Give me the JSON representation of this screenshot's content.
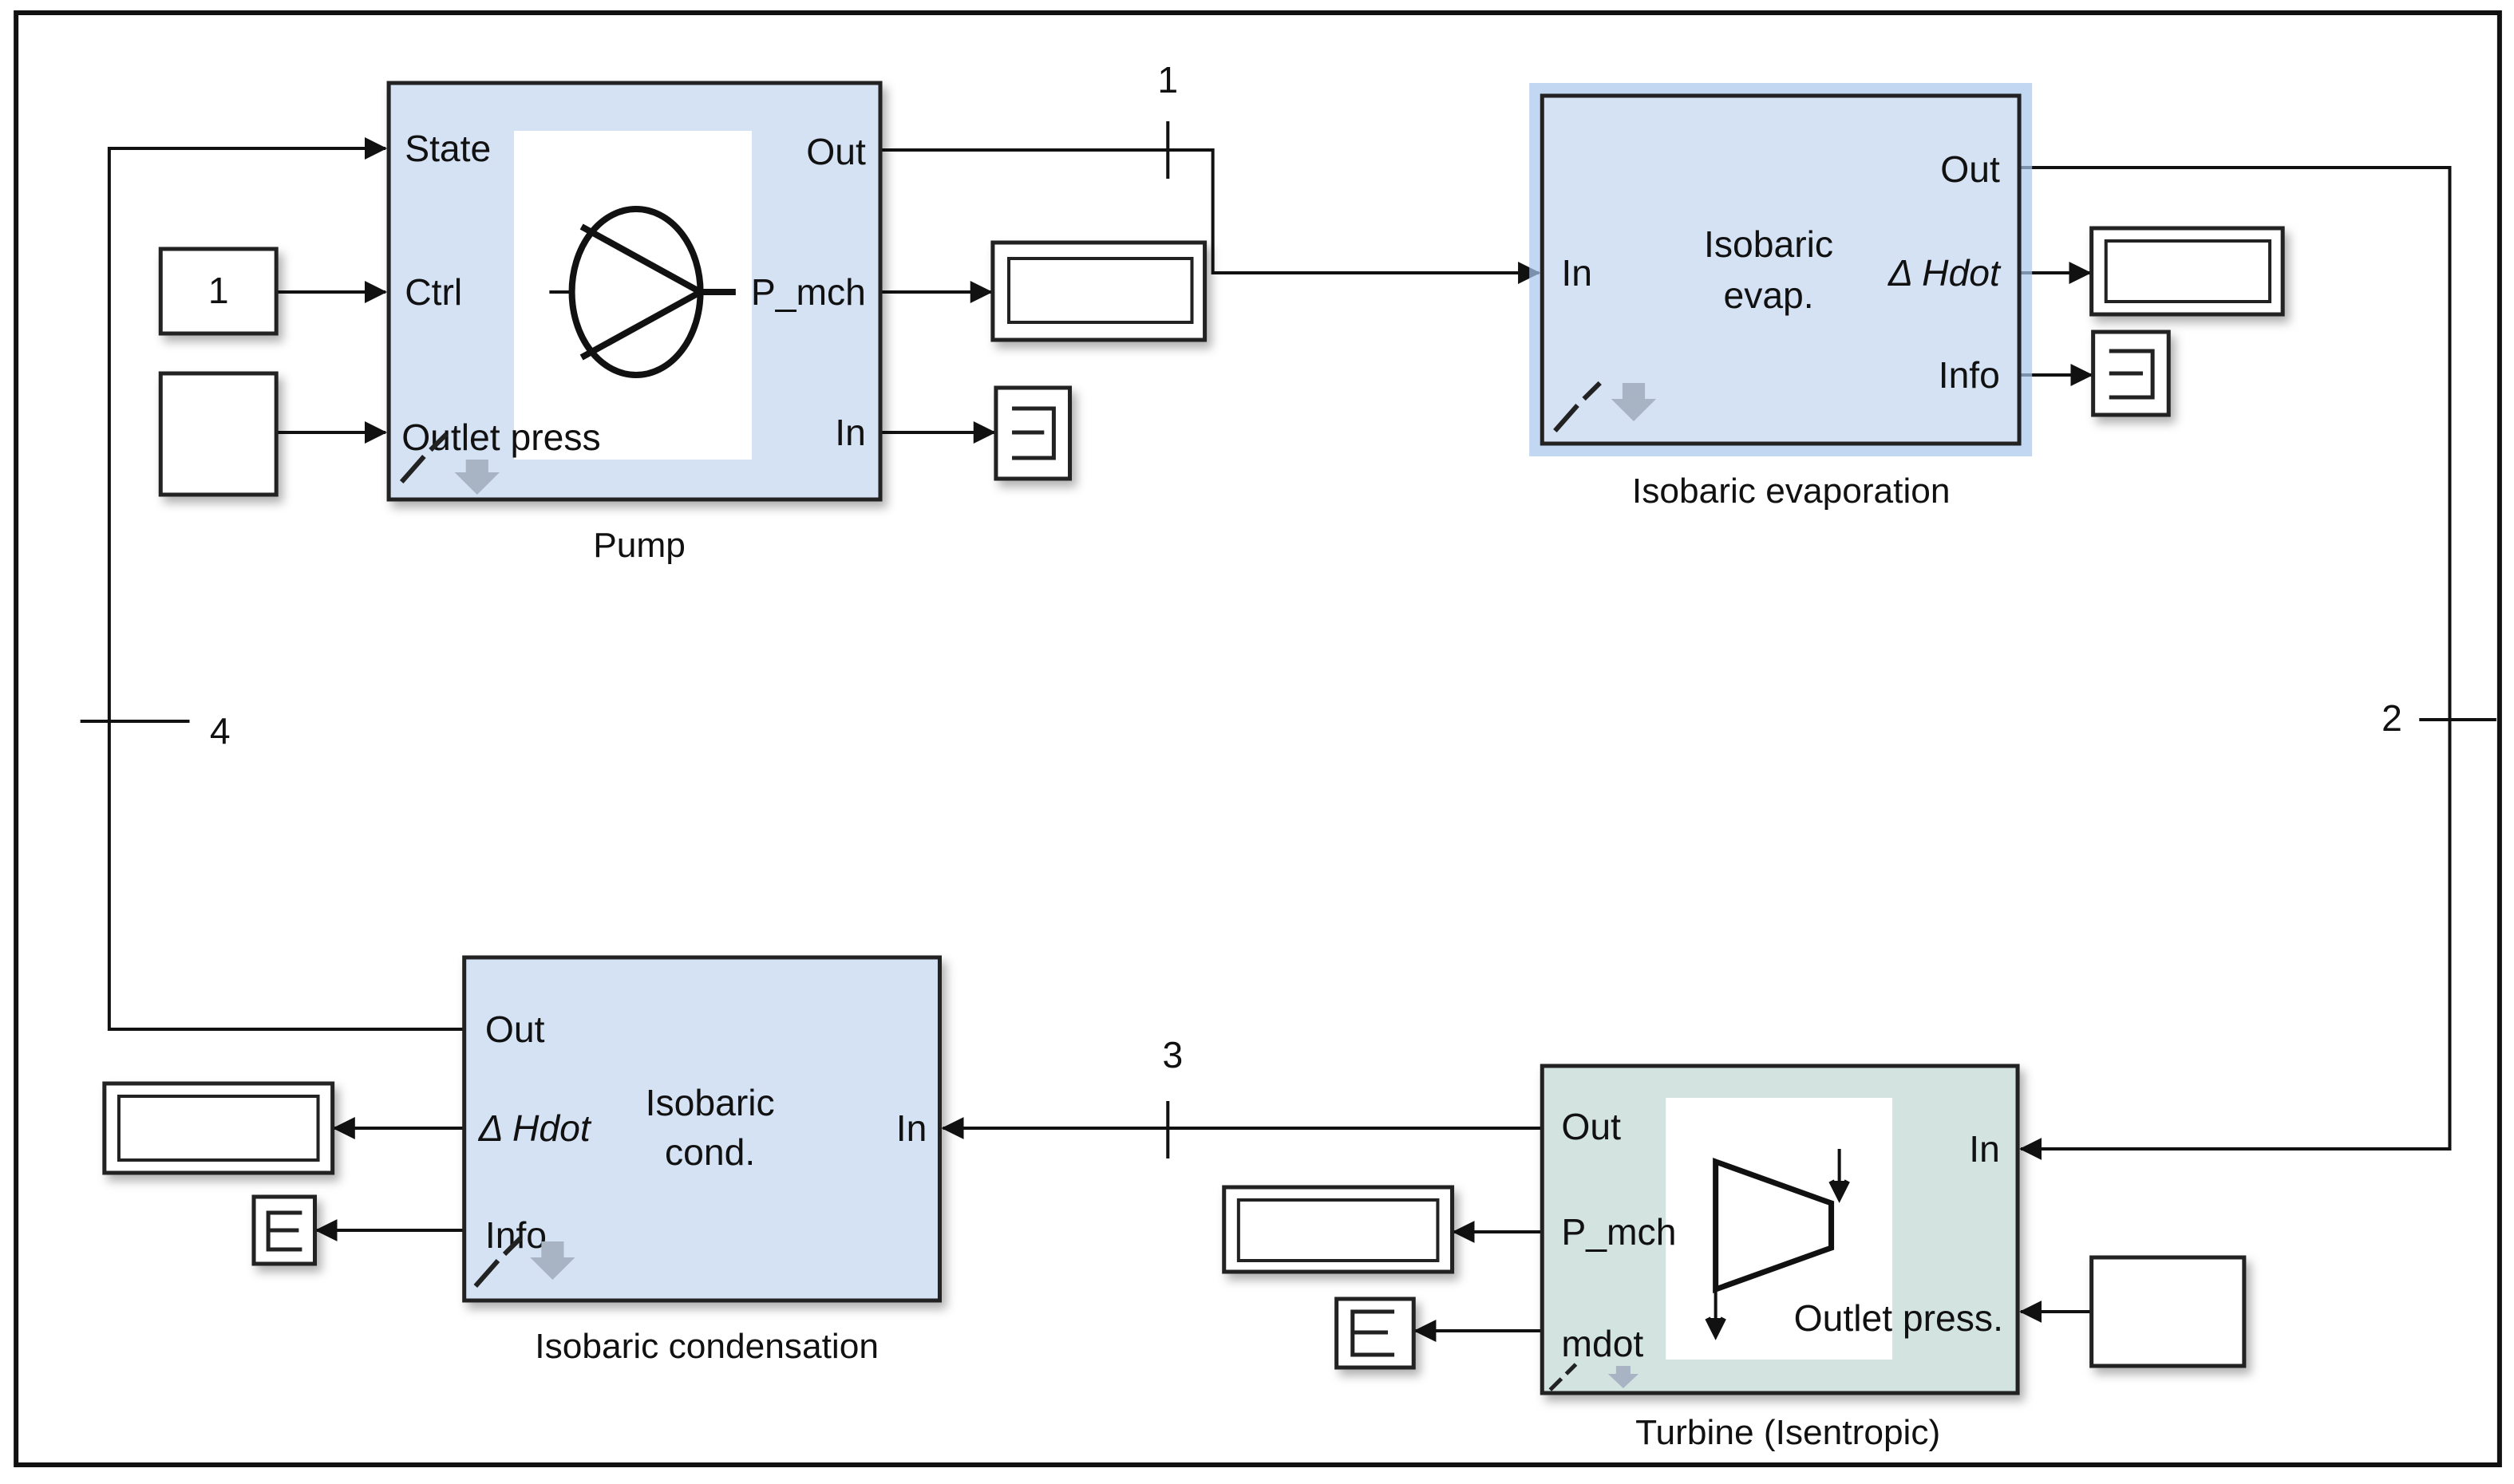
{
  "colors": {
    "block_blue": "#d4e2f4",
    "block_turbine": "#d3e3e0",
    "selection_glow": "#a8c8ec"
  },
  "signals": {
    "s1": "1",
    "s2": "2",
    "s3": "3",
    "s4": "4"
  },
  "pump": {
    "title": "Pump",
    "inputs": [
      "State",
      "Ctrl",
      "Outlet press"
    ],
    "outputs": [
      "Out",
      "P_mch",
      "In"
    ],
    "ctrl_constant": "1",
    "icon": "pump-icon"
  },
  "evap": {
    "title": "Isobaric evaporation",
    "body": [
      "Isobaric",
      "evap."
    ],
    "inputs": [
      "In"
    ],
    "outputs": [
      "Out",
      "Δ Hdot",
      "Info"
    ]
  },
  "turbine": {
    "title": "Turbine (Isentropic)",
    "inputs": [
      "In",
      "Outlet press."
    ],
    "outputs": [
      "Out",
      "P_mch",
      "mdot"
    ],
    "icon": "turbine-icon"
  },
  "cond": {
    "title": "Isobaric condensation",
    "body": [
      "Isobaric",
      "cond."
    ],
    "inputs": [
      "In"
    ],
    "outputs": [
      "Out",
      "Δ Hdot",
      "Info"
    ]
  }
}
